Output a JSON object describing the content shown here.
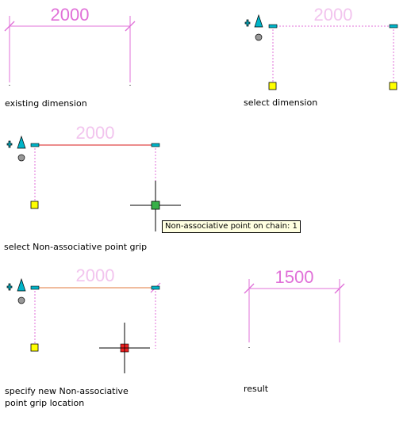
{
  "panels": {
    "existing": {
      "dimension_value": "2000",
      "caption": "existing dimension"
    },
    "select_dimension": {
      "dimension_value": "2000",
      "caption": "select dimension"
    },
    "select_grip": {
      "dimension_value": "2000",
      "caption": "select Non-associative point grip",
      "tooltip": "Non-associative point on chain: 1"
    },
    "specify_location": {
      "dimension_value": "2000",
      "caption_line1": "specify new Non-associative",
      "caption_line2": "point grip location"
    },
    "result": {
      "dimension_value": "1500",
      "caption": "result"
    }
  },
  "colors": {
    "dimension": "#e070d8",
    "ghost_text": "#f2c4ee",
    "grip_yellow": "#ffff00",
    "grip_cyan": "#00b4c8",
    "grip_green": "#38b048",
    "grip_red": "#ee2222",
    "highlight_red": "#d81818",
    "highlight_orange": "#e0783c"
  }
}
